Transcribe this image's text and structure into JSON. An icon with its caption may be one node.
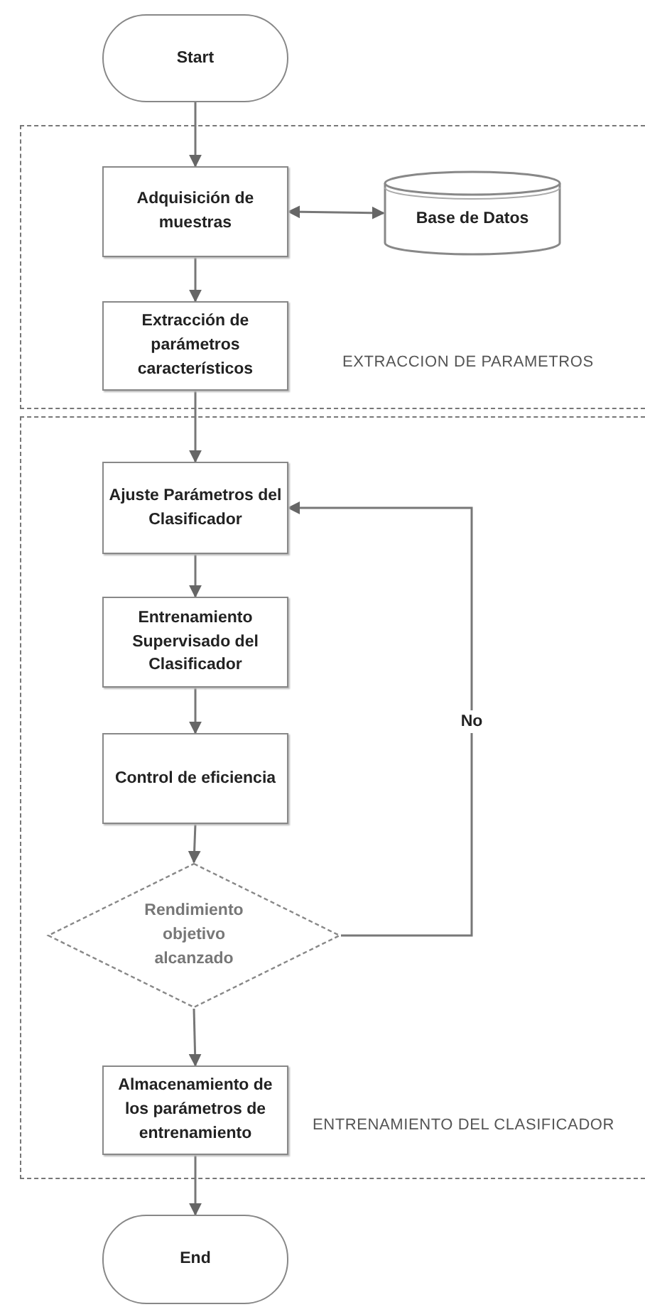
{
  "diagram": {
    "nodes": [
      {
        "text": [
          "Start"
        ]
      },
      {
        "text": [
          "EXTRACCION DE PARAMETROS"
        ]
      },
      {
        "text": [
          "Adquisición de muestras"
        ],
        "in": 1
      },
      {
        "text": [
          "Base de Datos"
        ],
        "in": 1
      },
      {
        "text": [
          "Extracción de parámetros característicos"
        ],
        "in": 1
      },
      {
        "text": [
          "ENTRENAMIENTO DEL CLASIFICADOR"
        ]
      },
      {
        "text": [
          "Ajuste Parámetros del Clasificador"
        ],
        "in": 5
      },
      {
        "text": [
          "Entrenamiento Supervisado del Clasificador"
        ],
        "in": 5
      },
      {
        "text": [
          "Control de eficiencia"
        ],
        "in": 5
      },
      {
        "text": [
          "Rendimiento objetivo alcanzado"
        ],
        "in": 5
      },
      {
        "text": [
          "Almacenamiento de los parámetros de entrenamiento"
        ],
        "in": 5
      },
      {
        "text": [
          "End"
        ]
      }
    ],
    "edges": [
      {
        "from": 0,
        "to": 2,
        "arrow": "to"
      },
      {
        "from": 2,
        "to": 3,
        "arrow": "both"
      },
      {
        "from": 2,
        "to": 4,
        "arrow": "to"
      },
      {
        "from": 4,
        "to": 6,
        "arrow": "to"
      },
      {
        "from": 6,
        "to": 7,
        "arrow": "to"
      },
      {
        "from": 7,
        "to": 8,
        "arrow": "to"
      },
      {
        "from": 8,
        "to": 9,
        "arrow": "to"
      },
      {
        "from": 9,
        "to": 6,
        "arrow": "to",
        "label": "No"
      },
      {
        "from": 9,
        "to": 10,
        "arrow": "to"
      },
      {
        "from": 10,
        "to": 11,
        "arrow": "to"
      }
    ]
  }
}
